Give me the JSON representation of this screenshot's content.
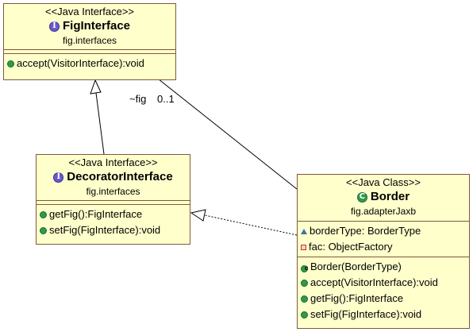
{
  "fig_interface": {
    "stereotype": "<<Java Interface>>",
    "name": "FigInterface",
    "package": "fig.interfaces",
    "methods": [
      "accept(VisitorInterface):void"
    ]
  },
  "decorator_interface": {
    "stereotype": "<<Java Interface>>",
    "name": "DecoratorInterface",
    "package": "fig.interfaces",
    "methods": [
      "getFig():FigInterface",
      "setFig(FigInterface):void"
    ]
  },
  "border_class": {
    "stereotype": "<<Java Class>>",
    "name": "Border",
    "package": "fig.adapterJaxb",
    "fields": [
      "borderType: BorderType",
      "fac: ObjectFactory"
    ],
    "methods": [
      "Border(BorderType)",
      "accept(VisitorInterface):void",
      "getFig():FigInterface",
      "setFig(FigInterface):void"
    ]
  },
  "association": {
    "role": "~fig",
    "multiplicity": "0..1"
  },
  "icons": {
    "interface_badge": "interface-icon",
    "class_badge": "class-icon",
    "public_method": "public-method-icon",
    "protected_field": "protected-field-icon",
    "private_field": "private-field-icon",
    "constructor": "constructor-icon"
  },
  "colors": {
    "box_fill": "#ffffcc",
    "box_border": "#7f5a3a",
    "edge": "#000000"
  }
}
